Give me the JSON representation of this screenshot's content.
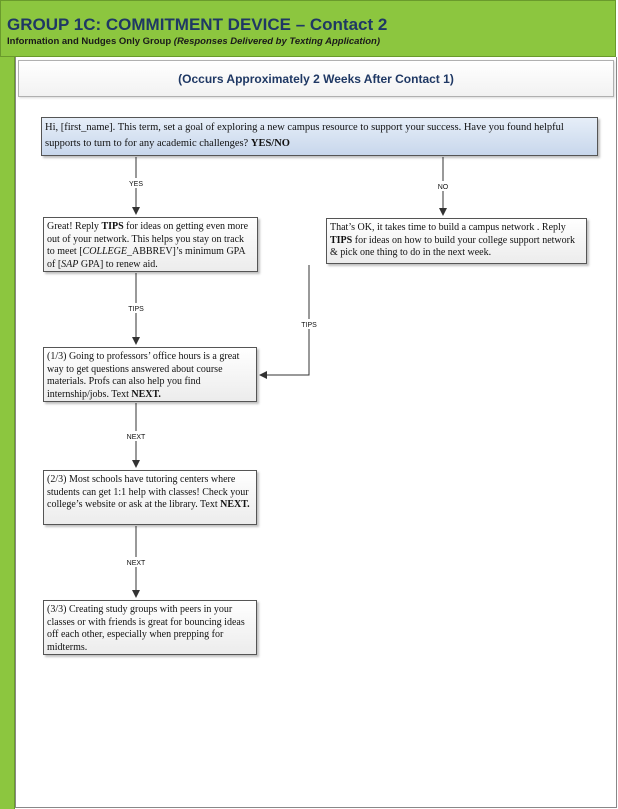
{
  "header": {
    "title": "GROUP 1C: COMMITMENT DEVICE – Contact 2",
    "subtitle_main": "Information and Nudges Only Group ",
    "subtitle_italic": "(Responses Delivered by Texting Application)"
  },
  "banner": {
    "text": "(Occurs Approximately 2 Weeks After Contact 1)"
  },
  "question": {
    "text": "Hi, [first_name]. This term, set a goal of exploring a new campus resource to support your success. Have you found helpful supports to turn to for any academic challenges? ",
    "bold": "YES/NO"
  },
  "edges": {
    "yes": "YES",
    "no": "NO",
    "tips_left": "TIPS",
    "tips_right": "TIPS",
    "next_1": "NEXT",
    "next_2": "NEXT"
  },
  "box_yes": {
    "t1": "Great! Reply ",
    "b1": "TIPS",
    "t2": " for ideas on getting even more out of your network. This helps you stay on track to meet [",
    "i1": "COLLEGE",
    "t3": "_ABBREV]’s minimum GPA of [",
    "i2": "SAP",
    "t4": " GPA] to renew aid."
  },
  "box_no": {
    "t1": "That’s OK, it takes time to build a campus network . Reply ",
    "b1": "TIPS",
    "t2": " for ideas on how to build your college support network & pick one thing to do in the next week."
  },
  "box_tip1": {
    "t1": "(1/3) Going to professors’ office hours is a great way to get questions answered about course materials. Profs can also help you find internship/jobs. Text ",
    "b1": "NEXT."
  },
  "box_tip2": {
    "t1": "(2/3) Most schools have tutoring centers where students can get 1:1 help with classes! Check your college’s website or ask at the library. Text ",
    "b1": "NEXT."
  },
  "box_tip3": {
    "t1": "(3/3) Creating study groups with peers in your classes or with friends is great for bouncing ideas off each other, especially when prepping for midterms."
  },
  "colors": {
    "accent_green": "#8cc63f",
    "title_navy": "#1f3864",
    "question_fill": "#c8d7ec"
  }
}
